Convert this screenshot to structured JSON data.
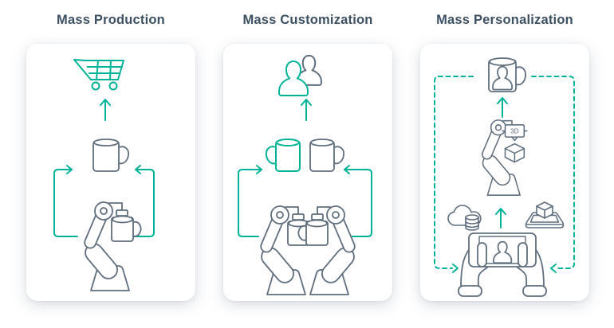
{
  "colors": {
    "accent_teal": "#00b398",
    "outline_gray": "#5f6e7e",
    "title_color": "#3c5064",
    "card_background": "#ffffff",
    "page_background": "#ffffff"
  },
  "panels": [
    {
      "title": "Mass Production",
      "icons": [
        "shopping-cart-icon",
        "up-arrow-icon",
        "mug-icon",
        "cycle-arrows-icon",
        "robot-arm-icon",
        "held-mug-icon"
      ]
    },
    {
      "title": "Mass Customization",
      "icons": [
        "two-users-icon",
        "up-arrow-icon",
        "custom-mug-icon",
        "standard-mug-icon",
        "cycle-arrows-icon",
        "robot-arm-left-icon",
        "robot-arm-right-icon"
      ]
    },
    {
      "title": "Mass Personalization",
      "icons": [
        "personalized-mug-icon",
        "dashed-cycle-arrows-icon",
        "up-arrow-icon",
        "robot-3d-printer-icon",
        "printed-cube-icon",
        "cloud-database-icon",
        "tablet-3d-model-icon",
        "hands-holding-tablet-icon"
      ],
      "printer_label": "3D"
    }
  ]
}
